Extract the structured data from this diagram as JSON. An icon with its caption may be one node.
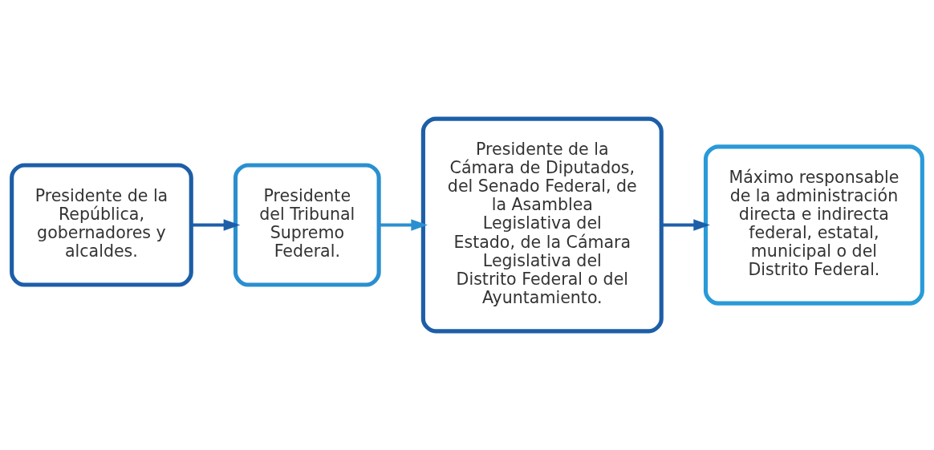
{
  "diagram": {
    "nodes": [
      {
        "text": [
          "Presidente de la República, gobernadores y alcaldes."
        ]
      },
      {
        "text": [
          "Presidente del Tribunal Supremo Federal."
        ]
      },
      {
        "text": [
          "Presidente de la Cámara de Diputados, del Senado Federal, de la Asamblea Legislativa del Estado, de la Cámara Legislativa del Distrito Federal o del Ayuntamiento."
        ]
      },
      {
        "text": [
          "Máximo responsable de la administración directa e indirecta federal, estatal, municipal o del Distrito Federal."
        ]
      }
    ],
    "edges": [
      {
        "from": 0,
        "to": 1,
        "arrow": "to"
      },
      {
        "from": 1,
        "to": 2,
        "arrow": "to",
        "color": "#2a8fd0"
      },
      {
        "from": 2,
        "to": 3,
        "arrow": "to"
      }
    ]
  }
}
